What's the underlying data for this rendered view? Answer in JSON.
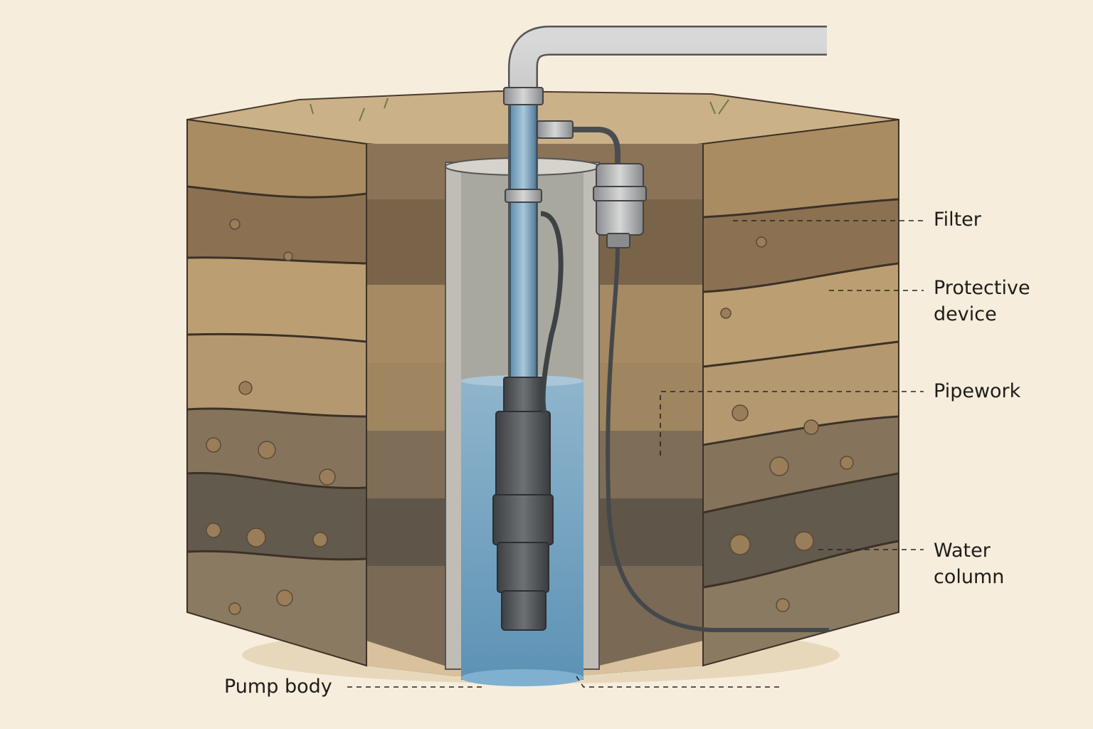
{
  "labels": {
    "filter": "Filter",
    "protective_device_1": "Protective",
    "protective_device_2": "device",
    "pipework": "Pipework",
    "water_column_1": "Water",
    "water_column_2": "column",
    "pump_body": "Pump body"
  },
  "colors": {
    "background": "#f6eddd",
    "soil_light": "#b89a6e",
    "soil_mid": "#9c7f58",
    "soil_dark": "#6f6452",
    "water": "#6f9fbf",
    "pipe": "#8fb3c9",
    "casing": "#c9c8c0",
    "pump": "#5a5d60"
  }
}
